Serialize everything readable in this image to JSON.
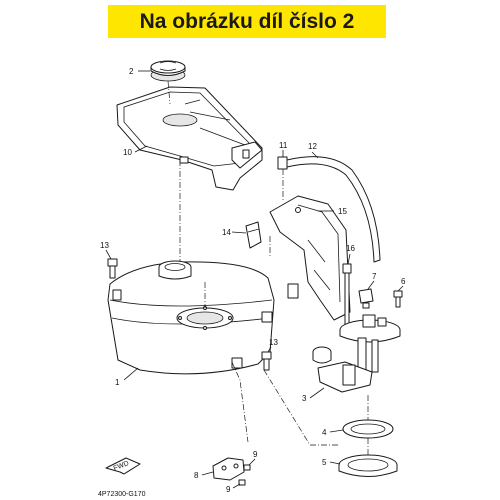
{
  "header": {
    "title": "Na obrázku díl číslo 2"
  },
  "diagram": {
    "callouts": {
      "c1": "1",
      "c2": "2",
      "c3": "3",
      "c4": "4",
      "c5": "5",
      "c6": "6",
      "c7": "7",
      "c8": "8",
      "c9a": "9",
      "c9b": "9",
      "c10": "10",
      "c11": "11",
      "c12": "12",
      "c13a": "13",
      "c13b": "13",
      "c14": "14",
      "c15": "15",
      "c16": "16"
    },
    "fwd_label": "FWD",
    "diagram_code": "4P72300-G170"
  },
  "colors": {
    "banner": "#ffe600",
    "ink": "#1a1a1a"
  }
}
